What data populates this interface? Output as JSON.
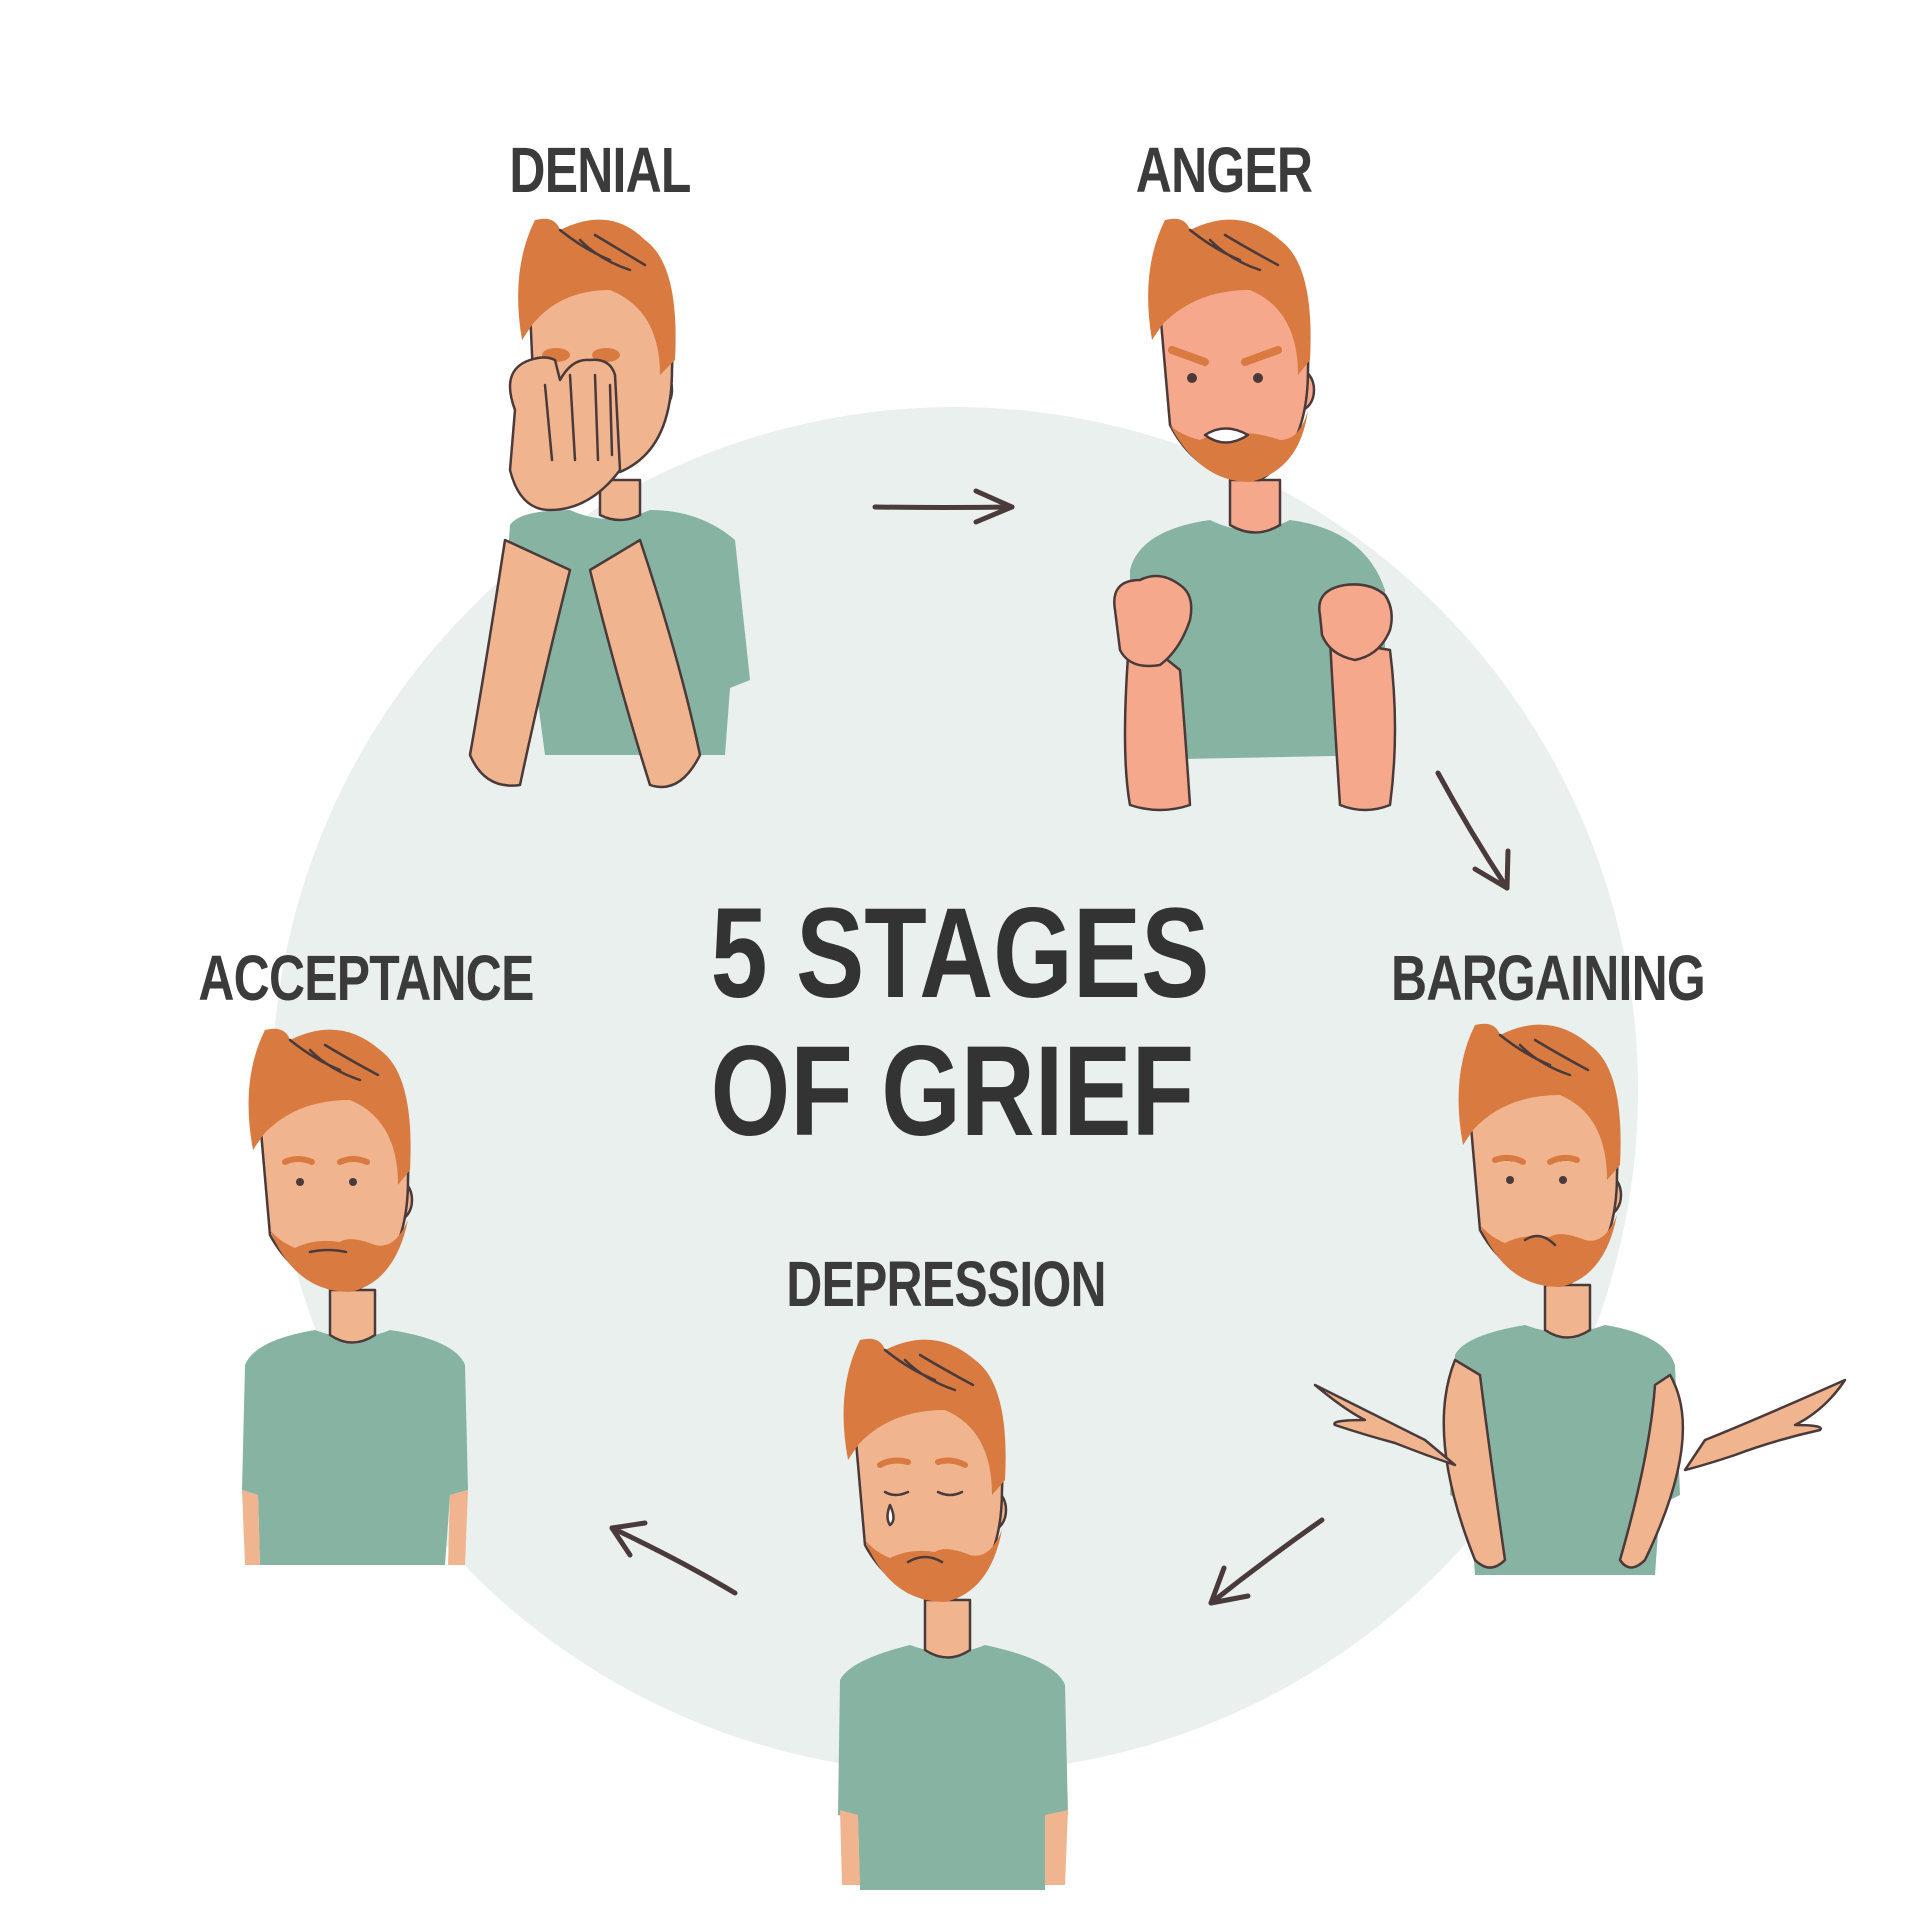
{
  "title": {
    "line1": "5 STAGES",
    "line2": "OF  GRIEF"
  },
  "stages": {
    "denial": "DENIAL",
    "anger": "ANGER",
    "bargaining": "BARGAINING",
    "depression": "DEPRESSION",
    "acceptance": "ACCEPTANCE"
  },
  "colors": {
    "background_circle": "#e9f0ee",
    "hair": "#d97a41",
    "skin": "#f0b48f",
    "skin_face": "#f5a88b",
    "shirt": "#87b3a3",
    "line": "#4a3a3a",
    "text": "#3b3b3b"
  }
}
